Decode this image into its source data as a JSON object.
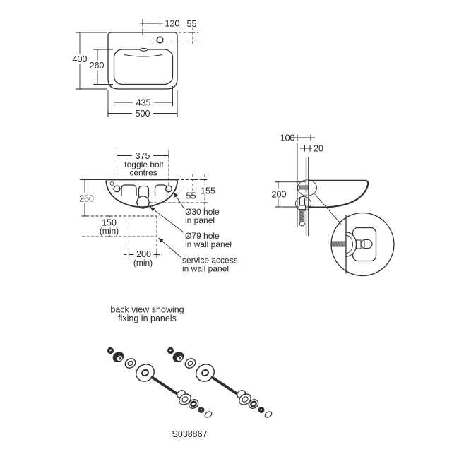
{
  "colors": {
    "line": "#2e2e2e",
    "background": "#ffffff",
    "hardware_gray": "#8e8e8e"
  },
  "front_view": {
    "dim_tap_offset": "120",
    "dim_tap_edge": "55",
    "dim_overall_height": "400",
    "dim_bowl_height": "260",
    "dim_bowl_width": "435",
    "dim_overall_width": "500"
  },
  "back_view": {
    "dim_bolt_centres": "375",
    "bolt_note_line1": "toggle bolt",
    "bolt_note_line2": "centres",
    "dim_depth": "260",
    "dim_bolt_drop": "55",
    "dim_waste_drop": "155",
    "dim_clearance_height": "150",
    "dim_clearance_height_min": "(min)",
    "dim_clearance_width": "200",
    "dim_clearance_width_min": "(min)",
    "label_bolt_hole_line1": "Ø30 hole",
    "label_bolt_hole_line2": "in panel",
    "label_waste_hole_line1": "Ø79 hole",
    "label_waste_hole_line2": "in wall panel",
    "label_service_line1": "service access",
    "label_service_line2": "in wall panel"
  },
  "side_view": {
    "dim_wall_gap": "100",
    "dim_panel_thickness": "20",
    "dim_fixing_drop": "200"
  },
  "exploded_view": {
    "caption_line1": "back view showing",
    "caption_line2": "fixing in panels"
  },
  "part_number": "S038867"
}
